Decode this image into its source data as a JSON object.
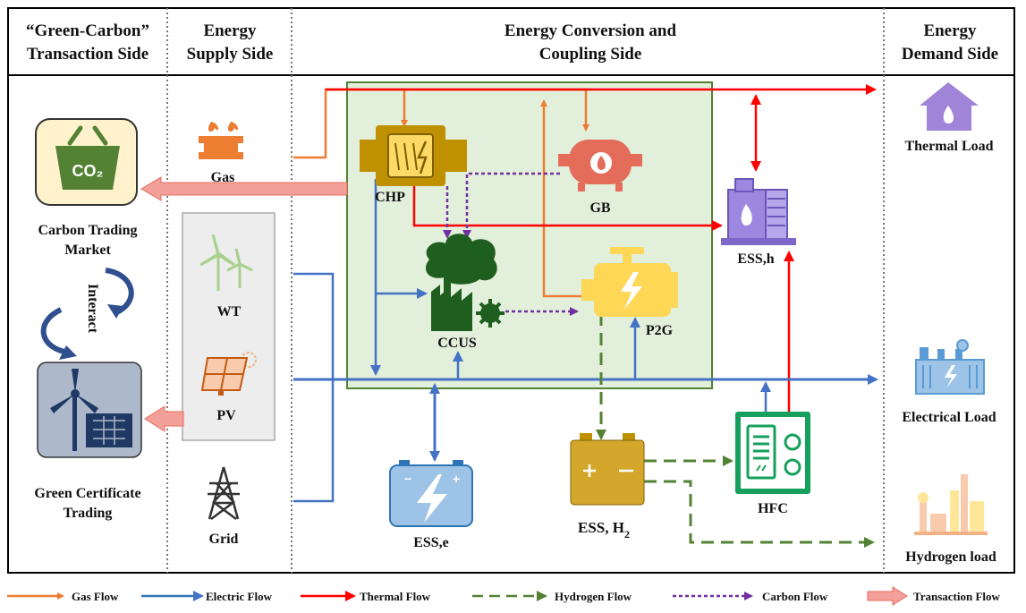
{
  "headers": {
    "transaction_line1": "“Green-Carbon”",
    "transaction_line2": "Transaction Side",
    "supply_line1": "Energy",
    "supply_line2": "Supply Side",
    "conversion_line1": "Energy Conversion and",
    "conversion_line2": "Coupling Side",
    "demand_line1": "Energy",
    "demand_line2": "Demand Side"
  },
  "transaction": {
    "carbon_line1": "Carbon Trading",
    "carbon_line2": "Market",
    "co2_badge": "CO₂",
    "interact": "Interact",
    "green_line1": "Green Certificate",
    "green_line2": "Trading"
  },
  "supply": {
    "gas": "Gas",
    "wt": "WT",
    "pv": "PV",
    "grid": "Grid"
  },
  "conversion": {
    "chp": "CHP",
    "gb": "GB",
    "ccus": "CCUS",
    "p2g": "P2G",
    "ess_h": "ESS,h",
    "ess_e": "ESS,e",
    "ess_h2_main": "ESS, H",
    "ess_h2_sub": "2",
    "hfc": "HFC"
  },
  "demand": {
    "thermal": "Thermal Load",
    "electrical": "Electrical Load",
    "hydrogen": "Hydrogen load"
  },
  "legend": {
    "gas": "Gas Flow",
    "electric": "Electric Flow",
    "thermal": "Thermal Flow",
    "hydrogen": "Hydrogen Flow",
    "carbon": "Carbon Flow",
    "transaction": "Transaction Flow"
  },
  "colors": {
    "gas": "#ED7D31",
    "electric": "#4472C4",
    "thermal": "#FF0000",
    "hydrogen": "#548235",
    "carbon": "#7030A0",
    "transaction": "#F4A09A",
    "panel": "#E2EFDA",
    "chp": "#BF9000",
    "gb": "#E46C5B",
    "ccus": "#1E5E1E",
    "p2g": "#FFD757",
    "ess": "#7B68C8",
    "hfc": "#16A05D"
  }
}
